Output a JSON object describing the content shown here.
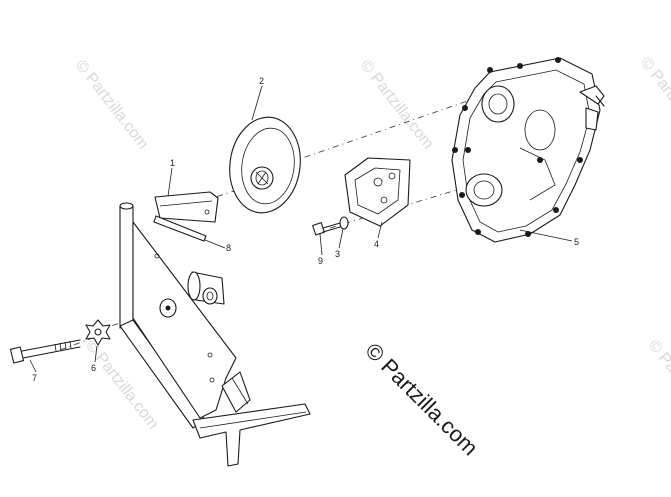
{
  "callouts": [
    {
      "label": "1"
    },
    {
      "label": "2"
    },
    {
      "label": "3"
    },
    {
      "label": "4"
    },
    {
      "label": "5"
    },
    {
      "label": "6"
    },
    {
      "label": "7"
    },
    {
      "label": "8"
    },
    {
      "label": "9"
    }
  ],
  "watermark": {
    "main": "© Partzilla.com",
    "faint": "© Partzilla.com"
  }
}
